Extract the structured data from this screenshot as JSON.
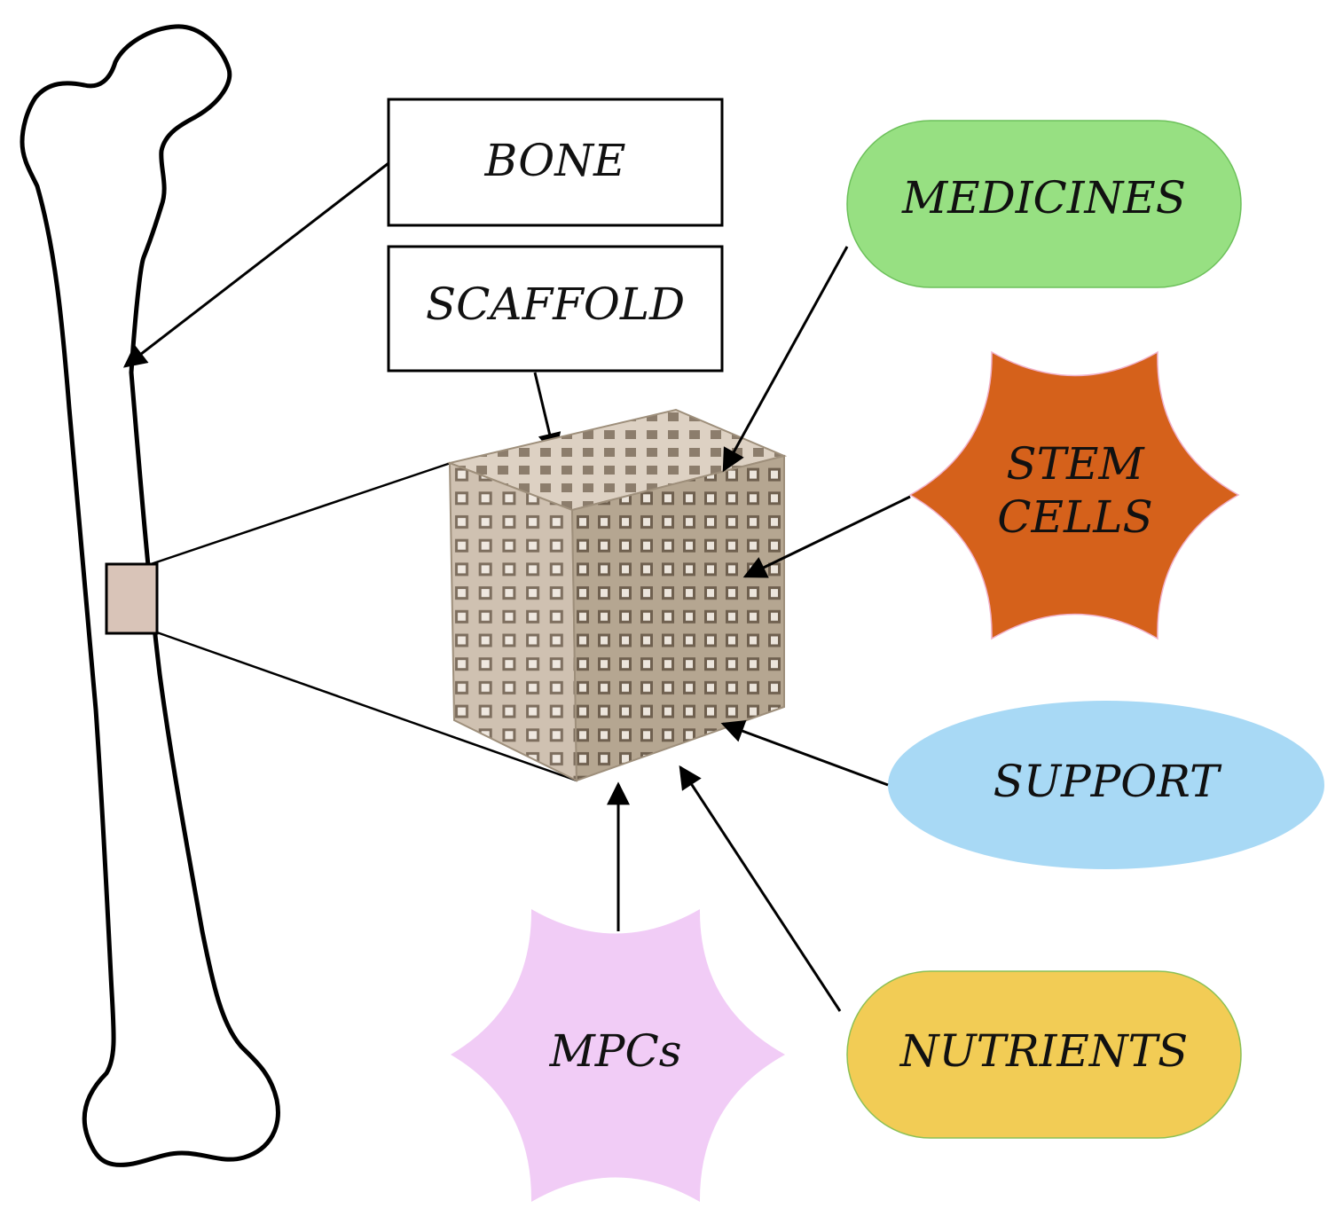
{
  "labels": {
    "bone": "BONE",
    "scaffold": "SCAFFOLD",
    "medicines": "MEDICINES",
    "stem_cells_line1": "STEM",
    "stem_cells_line2": "CELLS",
    "support": "SUPPORT",
    "nutrients": "NUTRIENTS",
    "mpcs": "MPCs"
  },
  "colors": {
    "medicines": "#97e082",
    "stem_cells": "#d5611b",
    "support": "#a8d9f5",
    "nutrients": "#f2cc55",
    "mpcs": "#f1ccf6",
    "scaffold_light": "#d8cbbd",
    "scaffold_mid": "#b8a994",
    "scaffold_dark": "#9e8f7b",
    "bone_section": "#d9c4b8"
  }
}
